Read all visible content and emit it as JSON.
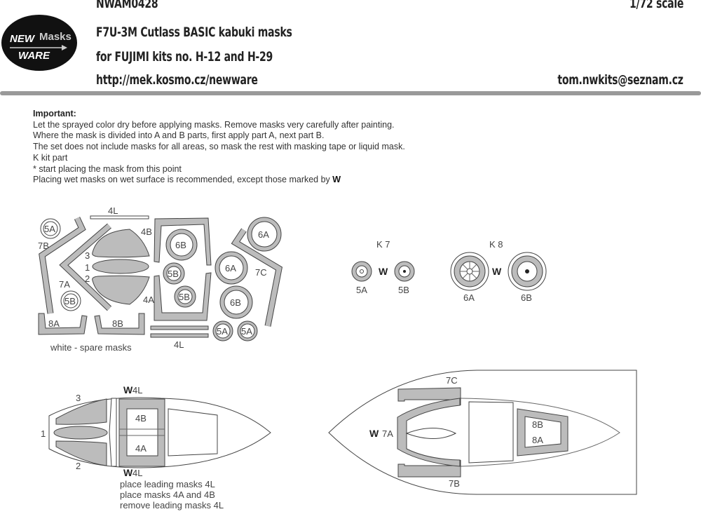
{
  "header": {
    "logo_text": [
      "NEW",
      "Masks",
      "WARE"
    ],
    "code": "NWAM0428",
    "scale": "1/72 scale",
    "title": "F7U-3M Cutlass BASIC kabuki masks",
    "subtitle": "for FUJIMI kits no. H-12 and H-29",
    "url": "http://mek.kosmo.cz/newware",
    "email": "tom.nwkits@seznam.cz"
  },
  "instructions": {
    "heading": "Important:",
    "lines": [
      "Let the sprayed color dry before applying masks. Remove masks very carefully after painting.",
      "Where the mask is divided into A and B parts, first apply part A, next part B.",
      "The set does not include masks for all areas, so mask the rest with masking tape or liquid mask.",
      "K kit part",
      "*  start placing the mask from this point",
      "Placing wet masks on wet surface is recommended, except those marked by"
    ],
    "w_symbol": "W"
  },
  "mask_sheet": {
    "labels": {
      "l4_top": "4L",
      "l4_bottom": "4L",
      "a5_1": "5A",
      "b7": "7B",
      "a7": "7A",
      "b5_1": "5B",
      "n3": "3",
      "n1": "1",
      "n2": "2",
      "b4": "4B",
      "a4": "4A",
      "b6_1": "6B",
      "b5_2": "5B",
      "b5_3": "5B",
      "a6_1": "6A",
      "a6_2": "6A",
      "b6_2": "6B",
      "c7": "7C",
      "a8": "8A",
      "b8": "8B",
      "a5_2": "5A",
      "a5_3": "5A"
    },
    "note": "white - spare masks"
  },
  "wheels": {
    "k7": "K 7",
    "k8": "K 8",
    "a5": "5A",
    "b5": "5B",
    "a6": "6A",
    "b6": "6B",
    "w": "W"
  },
  "canopy_left": {
    "w_top": "W",
    "l4_top": "4L",
    "w_bottom": "W",
    "l4_bottom": "4L",
    "n3": "3",
    "n1": "1",
    "n2": "2",
    "b4": "4B",
    "a4": "4A",
    "steps": [
      "place leading masks 4L",
      "place masks 4A and 4B",
      "remove leading masks 4L"
    ]
  },
  "canopy_right": {
    "c7": "7C",
    "b7": "7B",
    "w": "W",
    "a7": "7A",
    "b8": "8B",
    "a8": "8A"
  },
  "colors": {
    "mask_fill": "#bcbcbc",
    "header_bar": "#999999",
    "logo": "#111111"
  }
}
